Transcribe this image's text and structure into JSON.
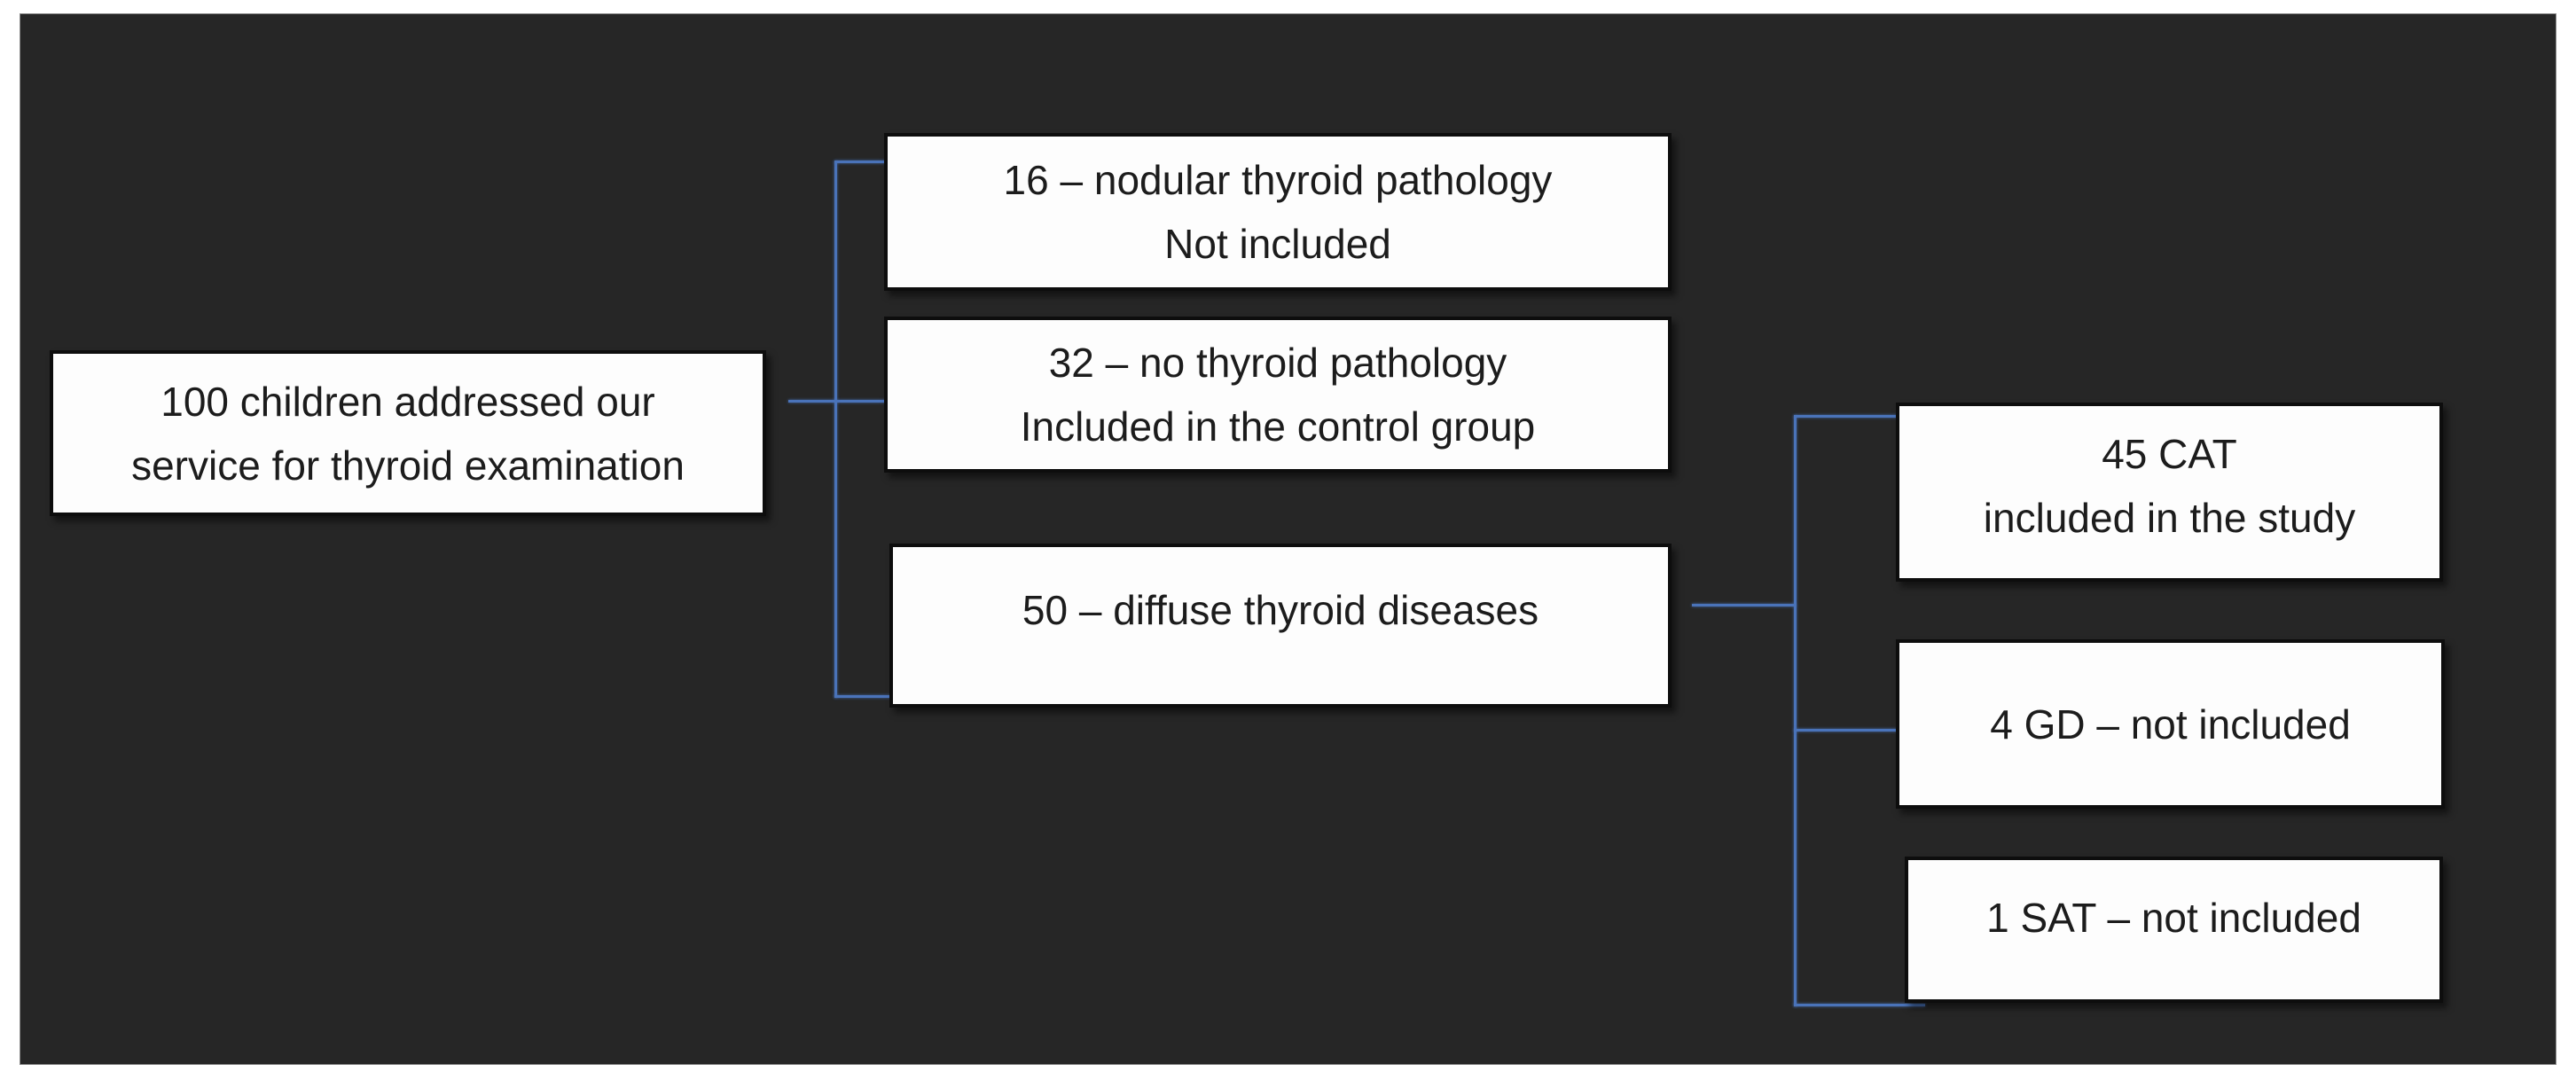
{
  "meta": {
    "figure_type": "study-flow-diagram",
    "page_background": "#ffffff",
    "panel_background": "#262626",
    "box_background": "#fdfdfd",
    "box_border_color": "#0d0d0d",
    "connector_color": "#4a73b9",
    "text_color": "#1c1c1c"
  },
  "nodes": {
    "root": {
      "lines": [
        "100 children addressed our",
        "service for thyroid examination"
      ]
    },
    "nodular_excluded": {
      "lines": [
        "16 – nodular thyroid pathology",
        "Not included"
      ]
    },
    "control_group": {
      "lines": [
        "32 – no thyroid pathology",
        "Included in the control group"
      ]
    },
    "diffuse_diseases": {
      "lines": [
        "50 – diffuse thyroid diseases"
      ]
    },
    "cat_included": {
      "lines": [
        "45 CAT",
        "included in the study"
      ]
    },
    "gd_excluded": {
      "lines": [
        "4 GD – not included"
      ]
    },
    "sat_excluded": {
      "lines": [
        "1 SAT – not included"
      ]
    }
  }
}
